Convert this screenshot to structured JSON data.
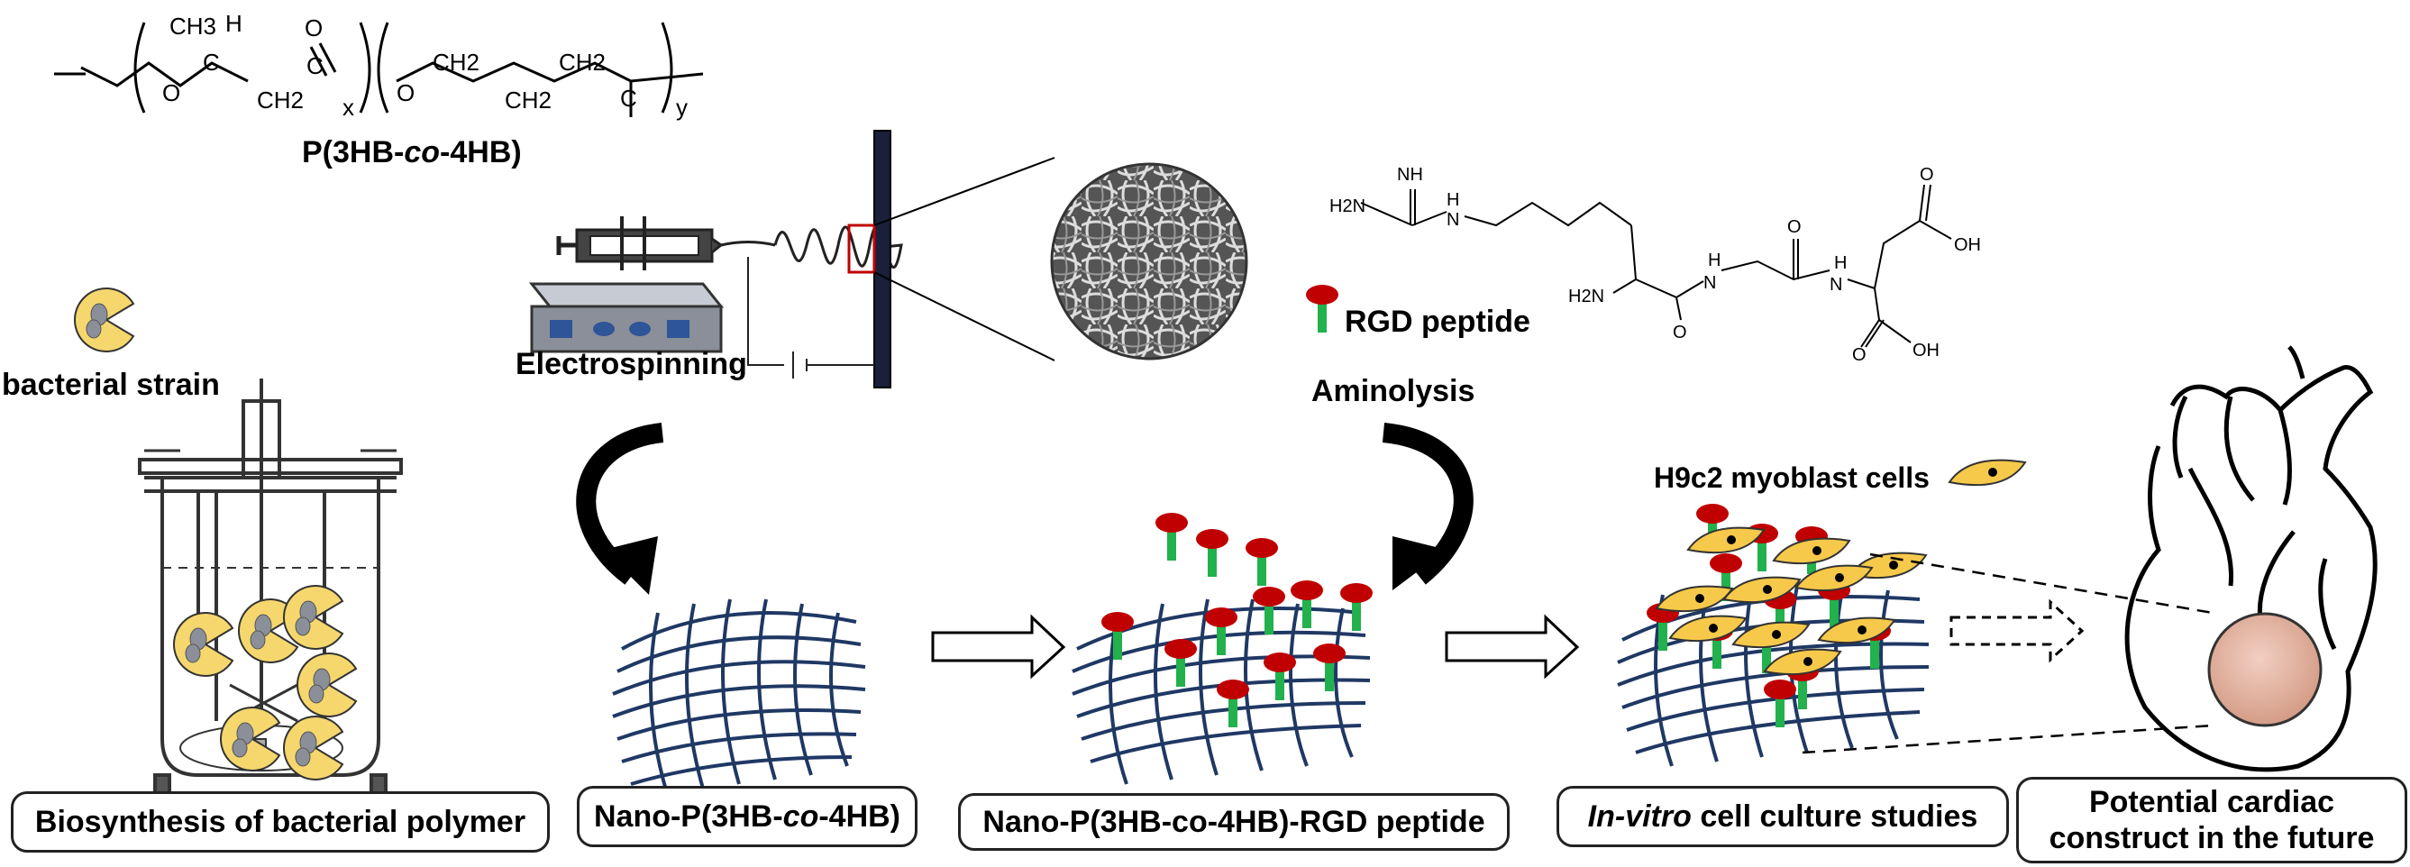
{
  "polymer_formula": {
    "name_part1": "P(3HB-",
    "name_italic": "co",
    "name_part2": "-4HB)",
    "labels": {
      "ch3": "CH3",
      "h": "H",
      "c1": "C",
      "o_dbl": "O",
      "o1": "O",
      "ch2_a": "CH2",
      "c2": "C",
      "x": "x",
      "o2": "O",
      "ch2_b": "CH2",
      "ch2_c": "CH2",
      "ch2_d": "CH2",
      "c3": "C",
      "y": "y"
    }
  },
  "bacterial_strain_label": "bacterial strain",
  "electrospinning_label": "Electrospinning",
  "rgd_peptide_label": "RGD peptide",
  "aminolysis_label": "Aminolysis",
  "myoblast_label": "H9c2 myoblast cells",
  "rgd_structure_labels": {
    "nh": "NH",
    "h2n_top": "H2N",
    "h_n1": "H",
    "n1": "N",
    "h2n_mid": "H2N",
    "o1": "O",
    "h_n2": "H",
    "n2": "N",
    "o2": "O",
    "h_n3": "H",
    "n3": "N",
    "o3": "O",
    "oh1": "OH",
    "o4": "O",
    "oh2": "OH"
  },
  "captions": {
    "biosynthesis": "Biosynthesis of bacterial polymer",
    "nano_part1": "Nano-P(3HB-",
    "nano_italic": "co",
    "nano_part2": "-4HB)",
    "nano_rgd": "Nano-P(3HB-co-4HB)-RGD peptide",
    "invitro_italic": "In-vitro",
    "invitro_rest": " cell culture studies",
    "cardiac_line1": "Potential cardiac",
    "cardiac_line2": "construct in the future"
  },
  "colors": {
    "mesh": "#1f3864",
    "rgd_head": "#c00000",
    "rgd_stem": "#22b14c",
    "cell": "#f7c94b",
    "bacterium": "#f5d76e",
    "construct": "#e8b4a0",
    "pump": "#8a8f99"
  }
}
